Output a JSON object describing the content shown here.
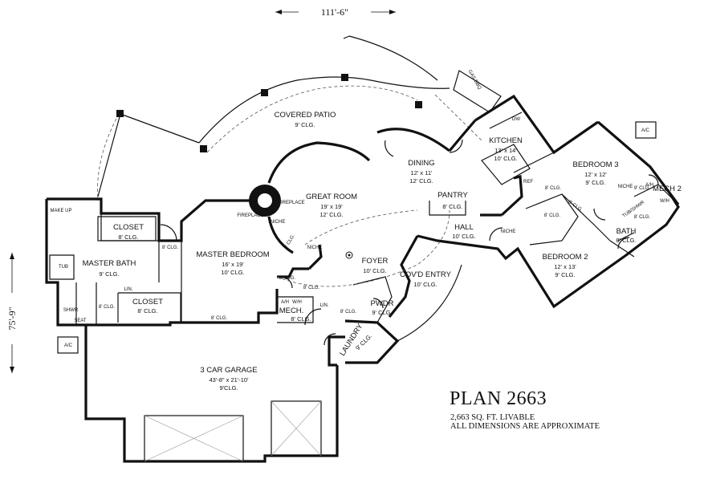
{
  "plan": {
    "title": "PLAN 2663",
    "livable": "2,663 SQ. FT. LIVABLE",
    "note": "ALL DIMENSIONS ARE APPROXIMATE"
  },
  "dimensions": {
    "width": "111'-6\"",
    "depth": "75'-9\""
  },
  "rooms": {
    "covered_patio": {
      "name": "COVERED PATIO",
      "clg": "9' CLG."
    },
    "great_room": {
      "name": "GREAT ROOM",
      "size": "19' x 19'",
      "clg": "12' CLG."
    },
    "dining": {
      "name": "DINING",
      "size": "12' x 11'",
      "clg": "12' CLG."
    },
    "kitchen": {
      "name": "KITCHEN",
      "size": "13' x 14'",
      "clg": "10' CLG."
    },
    "pantry": {
      "name": "PANTRY",
      "clg": "8' CLG."
    },
    "hall": {
      "name": "HALL",
      "clg": "10' CLG."
    },
    "bedroom3": {
      "name": "BEDROOM 3",
      "size": "12' x 12'",
      "clg": "9' CLG."
    },
    "bedroom2": {
      "name": "BEDROOM 2",
      "size": "12' x 13'",
      "clg": "9' CLG."
    },
    "bath": {
      "name": "BATH",
      "clg": "8' CLG."
    },
    "mech2": {
      "name": "MECH 2"
    },
    "master_bedroom": {
      "name": "MASTER BEDROOM",
      "size": "16' x 19'",
      "clg": "10' CLG."
    },
    "master_bath": {
      "name": "MASTER BATH",
      "clg": "9' CLG."
    },
    "closet_top": {
      "name": "CLOSET",
      "clg": "8' CLG."
    },
    "closet_bottom": {
      "name": "CLOSET",
      "clg": "8' CLG."
    },
    "foyer": {
      "name": "FOYER",
      "clg": "10' CLG."
    },
    "covd_entry": {
      "name": "COV'D ENTRY",
      "clg": "10' CLG."
    },
    "pwdr": {
      "name": "PWDR",
      "clg": "9' CLG."
    },
    "laundry": {
      "name": "LAUNDRY",
      "clg": "9' CLG."
    },
    "mech": {
      "name": "MECH.",
      "clg": "8' CLG."
    },
    "garage": {
      "name": "3 CAR GARAGE",
      "size": "43'-8\" x 21'-10'",
      "clg": "9'CLG."
    }
  },
  "labels": {
    "fireplace_outdoor": "FIREPLACE",
    "fireplace_indoor": "FIREPLACE",
    "niche1": "NICHE",
    "niche2": "NICHE",
    "niche3": "NICHE",
    "niche4": "NICHE",
    "make_up": "MAKE UP",
    "tub": "TUB",
    "shwr": "SHWR",
    "seat": "SEAT",
    "lin1": "LIN.",
    "lin2": "LIN.",
    "ac1": "A/C",
    "ac2": "A/C",
    "ah1": "A/H",
    "wh1": "W/H",
    "ah2": "A/H",
    "wh2": "W/H",
    "gas_bbq": "GAS BBQ",
    "dw": "DW",
    "ref": "REF",
    "tub_shwr": "TUB/SHWR",
    "clg_8_a": "8' CLG.",
    "clg_8_b": "8' CLG.",
    "clg_8_c": "8' CLG.",
    "clg_8_d": "8' CLG.",
    "clg_8_e": "8' CLG.",
    "clg_8_f": "8' CLG.",
    "clg_8_g": "8' CLG.",
    "clg_8_h": "8' CLG.",
    "clg_9_a": "9' CLG.",
    "clg_9_b": "9' CLG.",
    "clg_8_i": "8' CLG.",
    "clg_8_j": "8' CLG."
  }
}
